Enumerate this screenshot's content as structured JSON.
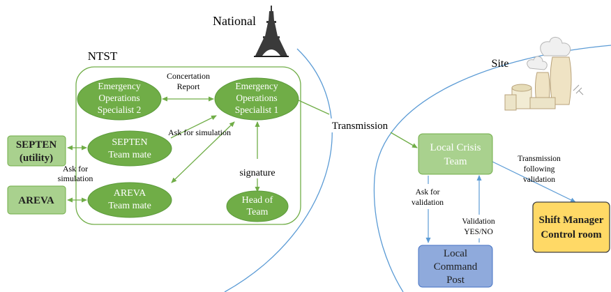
{
  "regions": {
    "national": "National",
    "ntst": "NTST",
    "site": "Site"
  },
  "nodes": {
    "eos2": [
      "Emergency",
      "Operations",
      "Specialist 2"
    ],
    "eos1": [
      "Emergency",
      "Operations",
      "Specialist 1"
    ],
    "septen_mate": [
      "SEPTEN",
      "Team mate"
    ],
    "areva_mate": [
      "AREVA",
      "Team mate"
    ],
    "head": [
      "Head of",
      "Team"
    ],
    "septen_utility": [
      "SEPTEN",
      "(utility)"
    ],
    "areva": [
      "AREVA"
    ],
    "local_crisis": [
      "Local Crisis",
      "Team"
    ],
    "local_command": [
      "Local",
      "Command",
      "Post"
    ],
    "shift_manager": [
      "Shift Manager",
      "Control room"
    ]
  },
  "edge_labels": {
    "concertation": [
      "Concertation",
      "Report"
    ],
    "ask_sim_inner": [
      "Ask for simulation"
    ],
    "ask_sim_outer": [
      "Ask for",
      "simulation"
    ],
    "signature": [
      "signature"
    ],
    "transmission": [
      "Transmission"
    ],
    "ask_validation": [
      "Ask for",
      "validation"
    ],
    "validation": [
      "Validation",
      "YES/NO"
    ],
    "transmission_following": [
      "Transmission",
      "following",
      "validation"
    ]
  },
  "icons": [
    "eiffel-tower-icon",
    "nuclear-plant-icon"
  ],
  "colors": {
    "ellipse_fill": "#70AD47",
    "ellipse_stroke": "#5B9A3A",
    "ntst_border": "#70AD47",
    "green_box_fill": "#A9D18E",
    "green_box_stroke": "#70AD47",
    "crisis_fill": "#A9D18E",
    "command_fill": "#8FAADC",
    "command_stroke": "#4472C4",
    "shift_fill": "#FFD966",
    "shift_stroke": "#404040",
    "region_line": "#5B9BD5",
    "arrow_green": "#70AD47",
    "arrow_blue": "#5B9BD5"
  }
}
